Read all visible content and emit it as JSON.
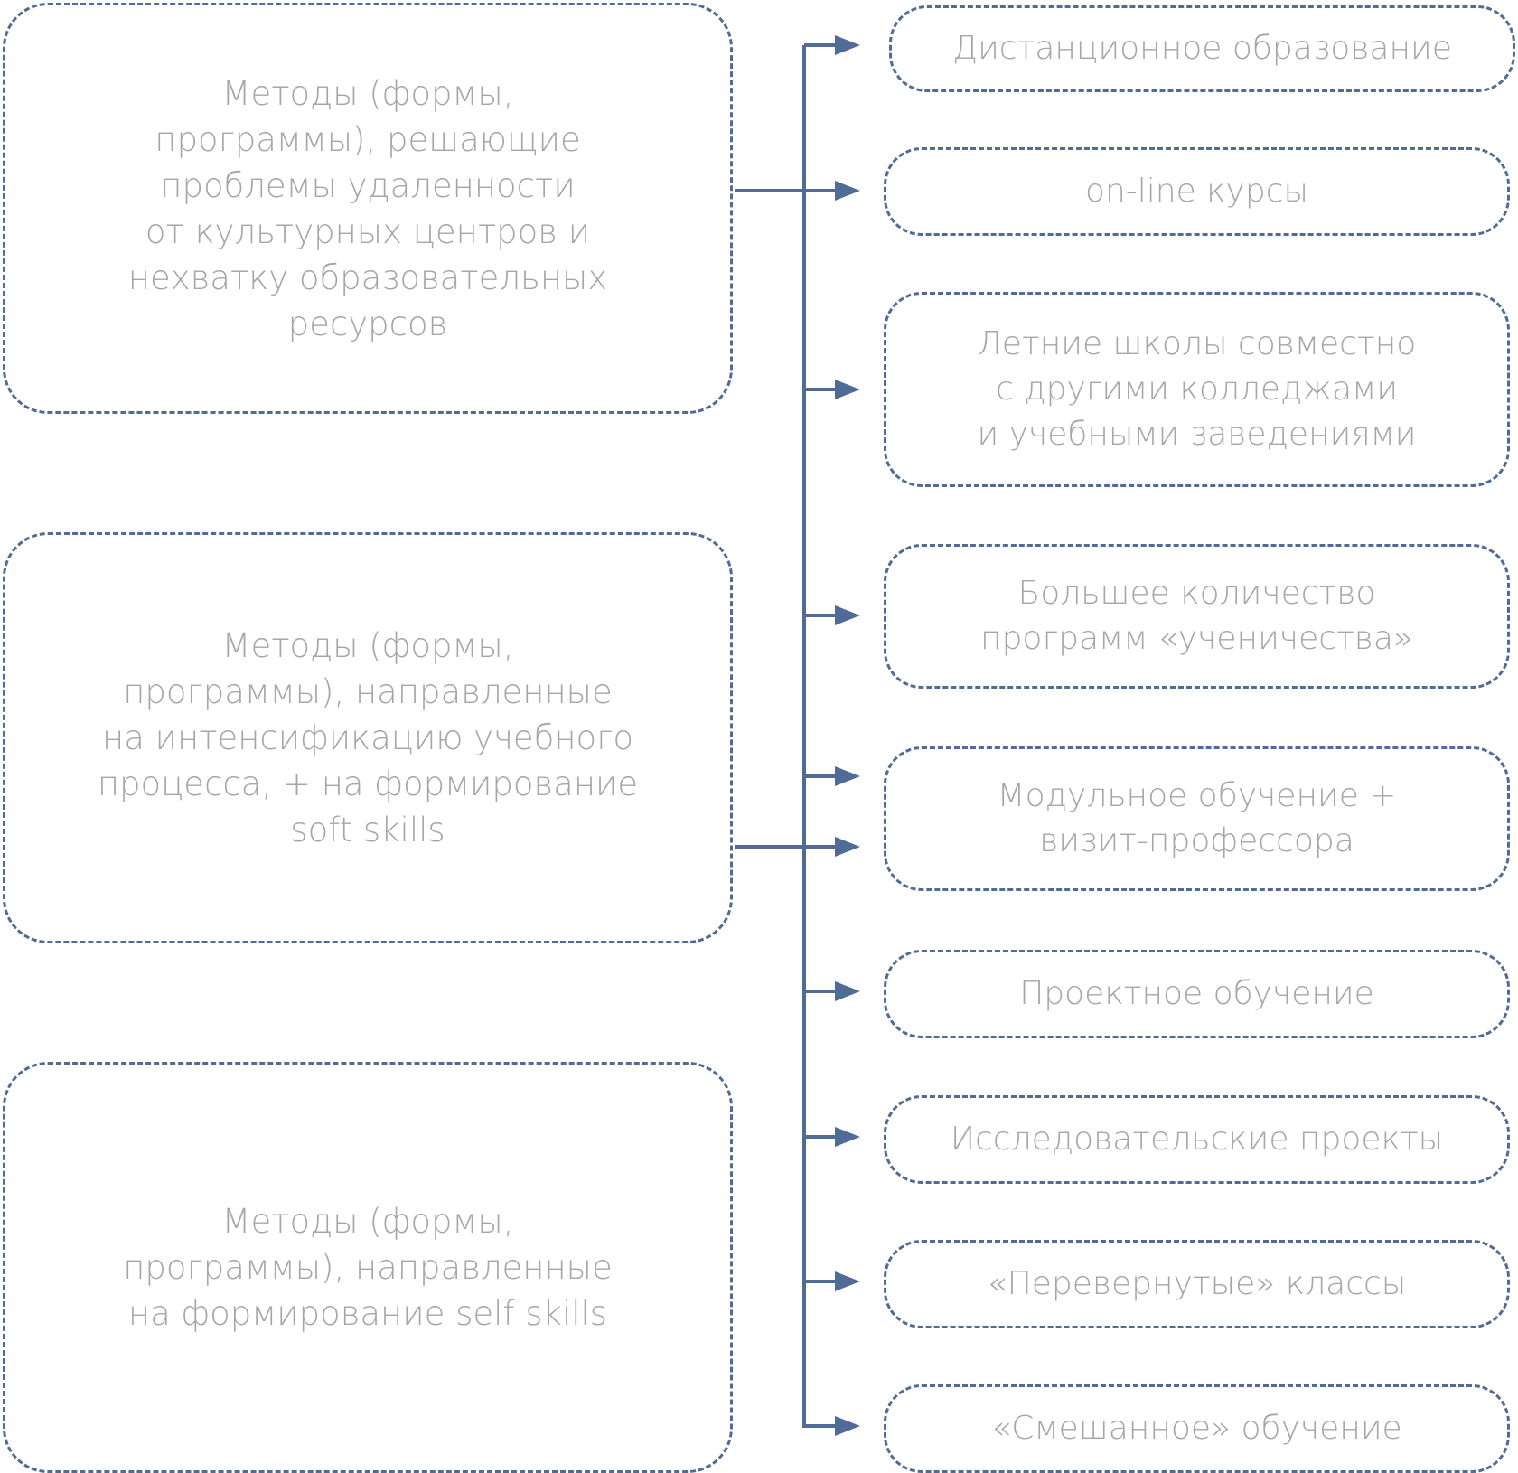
{
  "colors": {
    "border": "#4f6b96",
    "text": "#a6a6a6",
    "background": "#ffffff"
  },
  "left_boxes": [
    {
      "text": "Методы (формы,\nпрограммы), решающие\nпроблемы удаленности\nот культурных центров и\nнехватку образовательных\nресурсов"
    },
    {
      "text": "Методы (формы,\nпрограммы), направленные\nна интенсификацию учебного\nпроцесса, + на формирование\nsoft skills"
    },
    {
      "text": "Методы (формы,\nпрограммы), направленные\nна формирование self skills"
    }
  ],
  "right_boxes": [
    {
      "text": "Дистанционное образование"
    },
    {
      "text": "on-line курсы"
    },
    {
      "text": "Летние школы совместно\nс другими колледжами\nи учебными заведениями"
    },
    {
      "text": "Большее количество\nпрограмм «ученичества»"
    },
    {
      "text": "Модульное обучение +\nвизит-профессора"
    },
    {
      "text": "Проектное обучение"
    },
    {
      "text": "Исследовательские проекты"
    },
    {
      "text": "«Перевернутые» классы"
    },
    {
      "text": "«Смешанное» обучение"
    }
  ]
}
